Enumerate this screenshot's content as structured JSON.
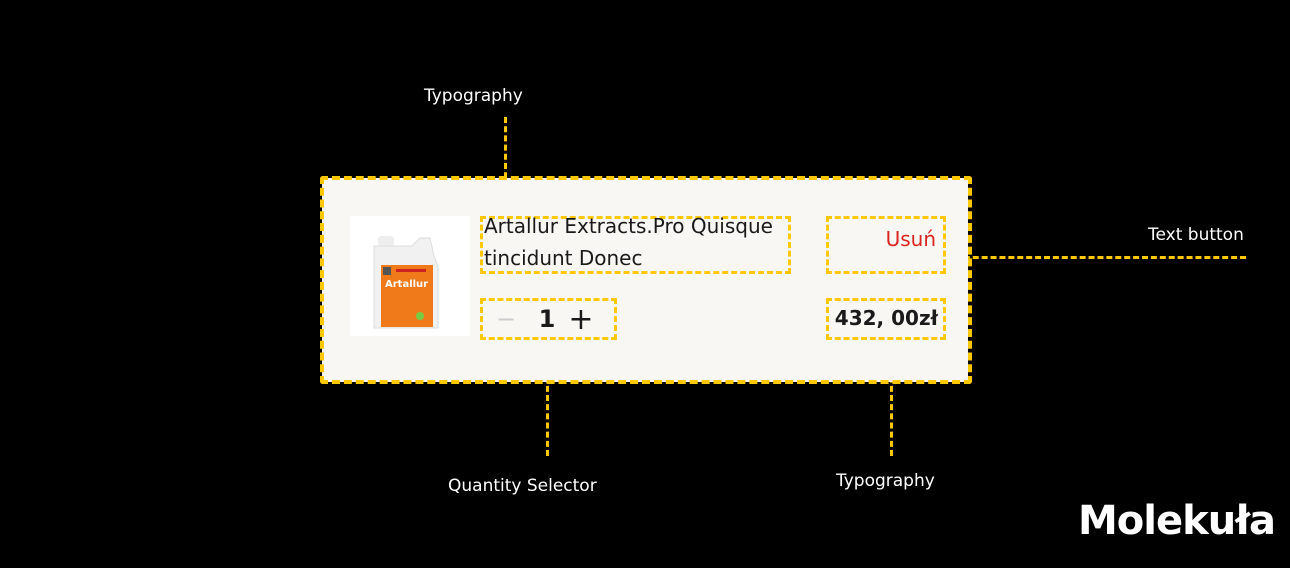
{
  "annotations": {
    "title_label": "Typography",
    "remove_label": "Text button",
    "quantity_label": "Quantity Selector",
    "price_label": "Typography"
  },
  "product": {
    "title": "Artallur Extracts.Pro Quisque tincidunt Donec",
    "image_brand": "Artallur",
    "remove_button": "Usuń",
    "quantity": {
      "minus": "−",
      "value": "1",
      "plus": "+"
    },
    "price": "432, 00zł"
  },
  "brand": {
    "logo": "Molekuła"
  },
  "colors": {
    "accent": "#ffc800",
    "remove": "#d9241f",
    "card": "#f9f7f4"
  }
}
